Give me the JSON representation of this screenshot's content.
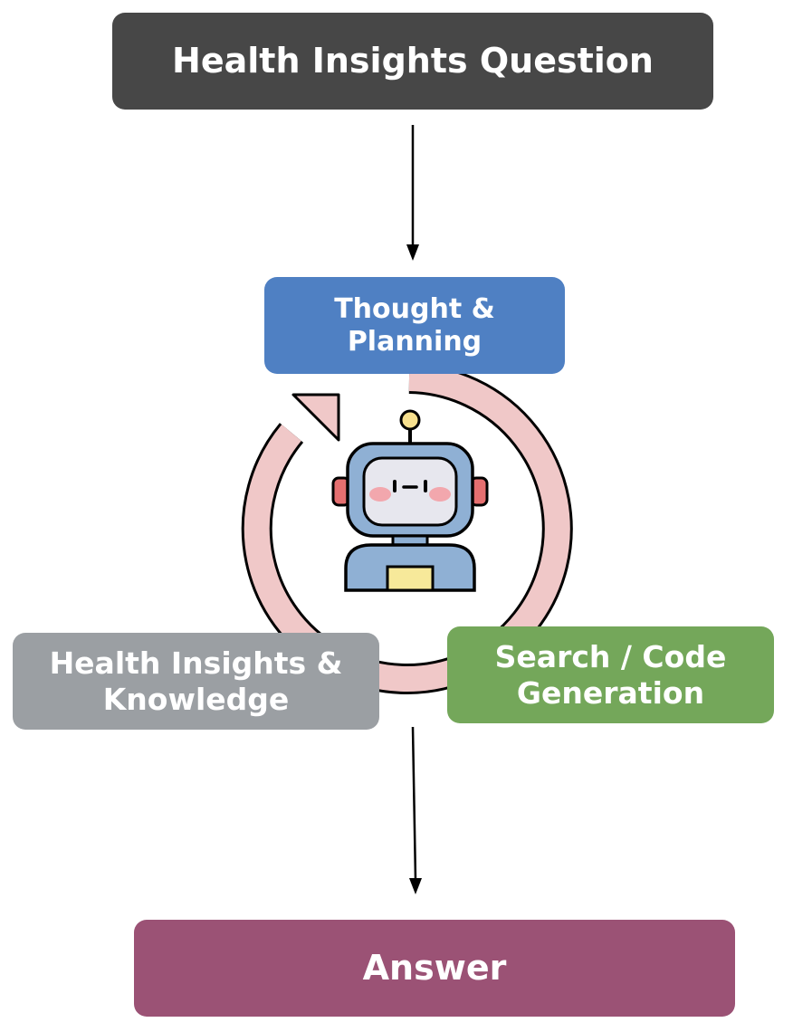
{
  "nodes": {
    "question": {
      "label": "Health Insights Question"
    },
    "thought": {
      "lines": [
        "Thought &",
        "Planning"
      ]
    },
    "knowledge": {
      "lines": [
        "Health Insights &",
        "Knowledge"
      ]
    },
    "search": {
      "lines": [
        "Search / Code",
        "Generation"
      ]
    },
    "answer": {
      "label": "Answer"
    }
  },
  "colors": {
    "question": "#474747",
    "thought": "#4f80c3",
    "knowledge": "#9b9fa3",
    "search": "#74a75a",
    "answer": "#9b5275",
    "cycle_ring": "#f0c8c8"
  },
  "icons": {
    "center": "robot-icon"
  }
}
